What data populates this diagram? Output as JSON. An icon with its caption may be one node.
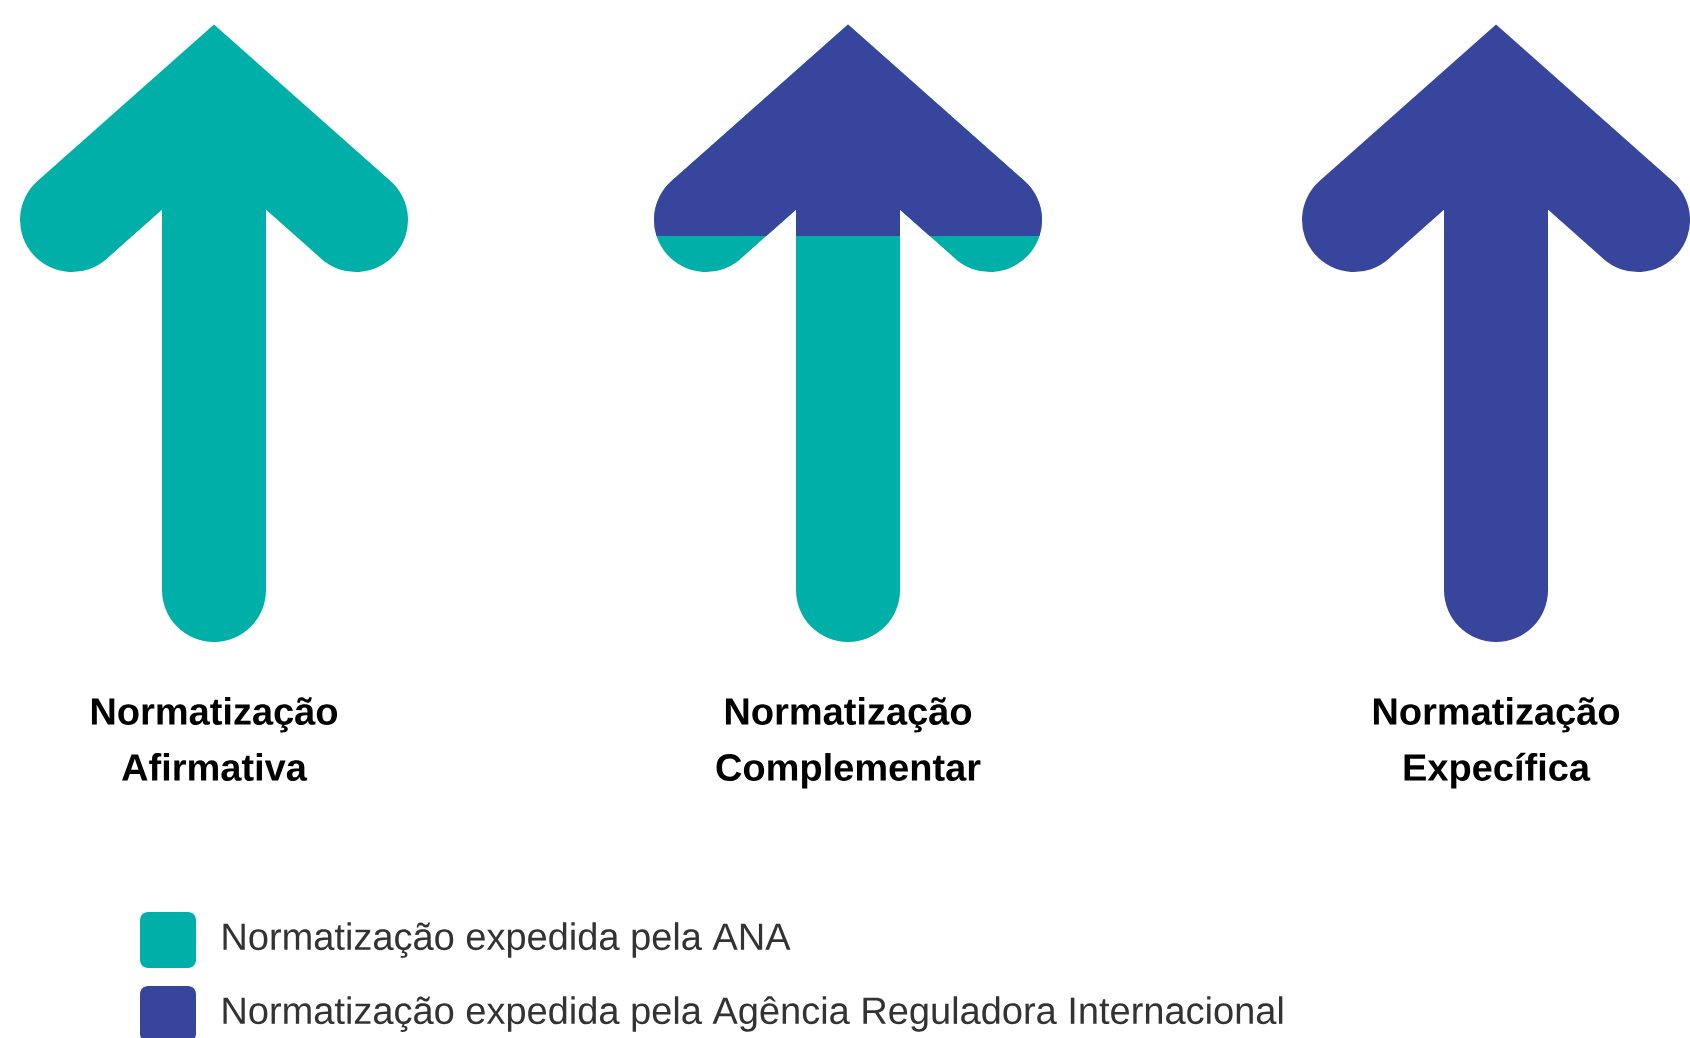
{
  "diagram": {
    "labels": [
      "Normatização Afirmativa",
      "Normatização Complementar",
      "Normatização Expecífica"
    ],
    "legend": [
      {
        "text": "Normatização expedida pela ANA",
        "color": "#00b0a8"
      },
      {
        "text": "Normatização expedida pela Agência Reguladora Internacional",
        "color": "#37459c"
      }
    ]
  }
}
